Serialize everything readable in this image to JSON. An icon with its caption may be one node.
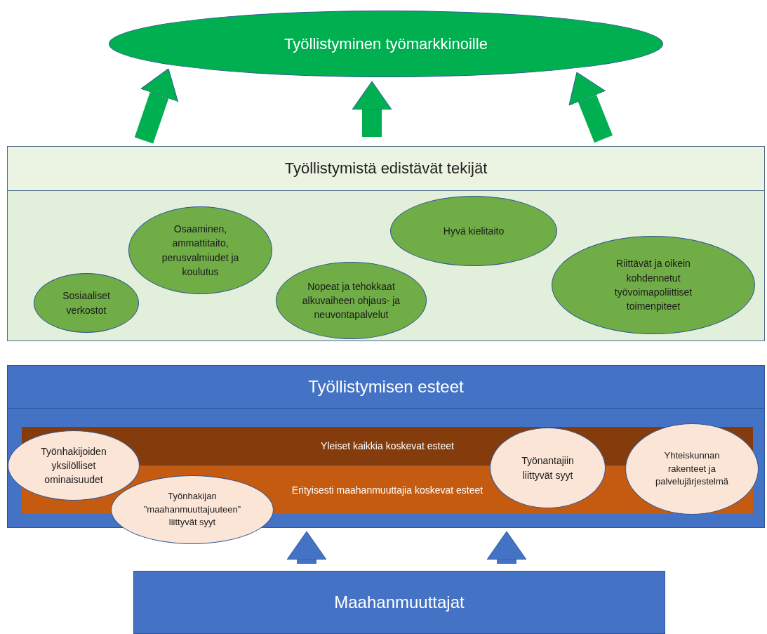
{
  "diagram": {
    "nodes": [
      {
        "text": [
          "Työllistyminen työmarkkinoille"
        ]
      },
      {
        "text": [
          "Työllistymistä edistävät tekijät"
        ]
      },
      {
        "text": [
          "Sosiaaliset verkostot"
        ],
        "in": 1
      },
      {
        "text": [
          "Osaaminen, ammattitaito, perusvalmiudet ja koulutus"
        ],
        "in": 1
      },
      {
        "text": [
          "Nopeat ja tehokkaat alkuvaiheen ohjaus- ja neuvontapalvelut"
        ],
        "in": 1
      },
      {
        "text": [
          "Hyvä kielitaito"
        ],
        "in": 1
      },
      {
        "text": [
          "Riittävät ja oikein kohdennetut työvoimapoliittiset toimenpiteet"
        ],
        "in": 1
      },
      {
        "text": [
          "Työllistymisen esteet"
        ]
      },
      {
        "text": [
          "Yleiset kaikkia koskevat esteet"
        ],
        "in": 7
      },
      {
        "text": [
          "Erityisesti maahanmuuttajia koskevat esteet"
        ],
        "in": 7
      },
      {
        "text": [
          "Työnhakijoiden yksilölliset ominaisuudet"
        ],
        "in": 7
      },
      {
        "text": [
          "Työnhakijan ”maahanmuuttajuuteen” liittyvät syyt"
        ]
      },
      {
        "text": [
          "Työnantajiin liittyvät syyt"
        ],
        "in": 7
      },
      {
        "text": [
          "Yhteiskunnan rakenteet ja palvelujärjestelmä"
        ],
        "in": 7
      },
      {
        "text": [
          "Maahanmuuttajat"
        ]
      }
    ],
    "edges": [
      {
        "from": 1,
        "to": 0,
        "arrow": "to",
        "color": "#00b050"
      },
      {
        "from": 1,
        "to": 0,
        "arrow": "to",
        "color": "#00b050"
      },
      {
        "from": 1,
        "to": 0,
        "arrow": "to",
        "color": "#00b050"
      },
      {
        "from": 14,
        "to": 7,
        "arrow": "to",
        "color": "#4472c4"
      },
      {
        "from": 14,
        "to": 7,
        "arrow": "to",
        "color": "#4472c4"
      }
    ]
  }
}
